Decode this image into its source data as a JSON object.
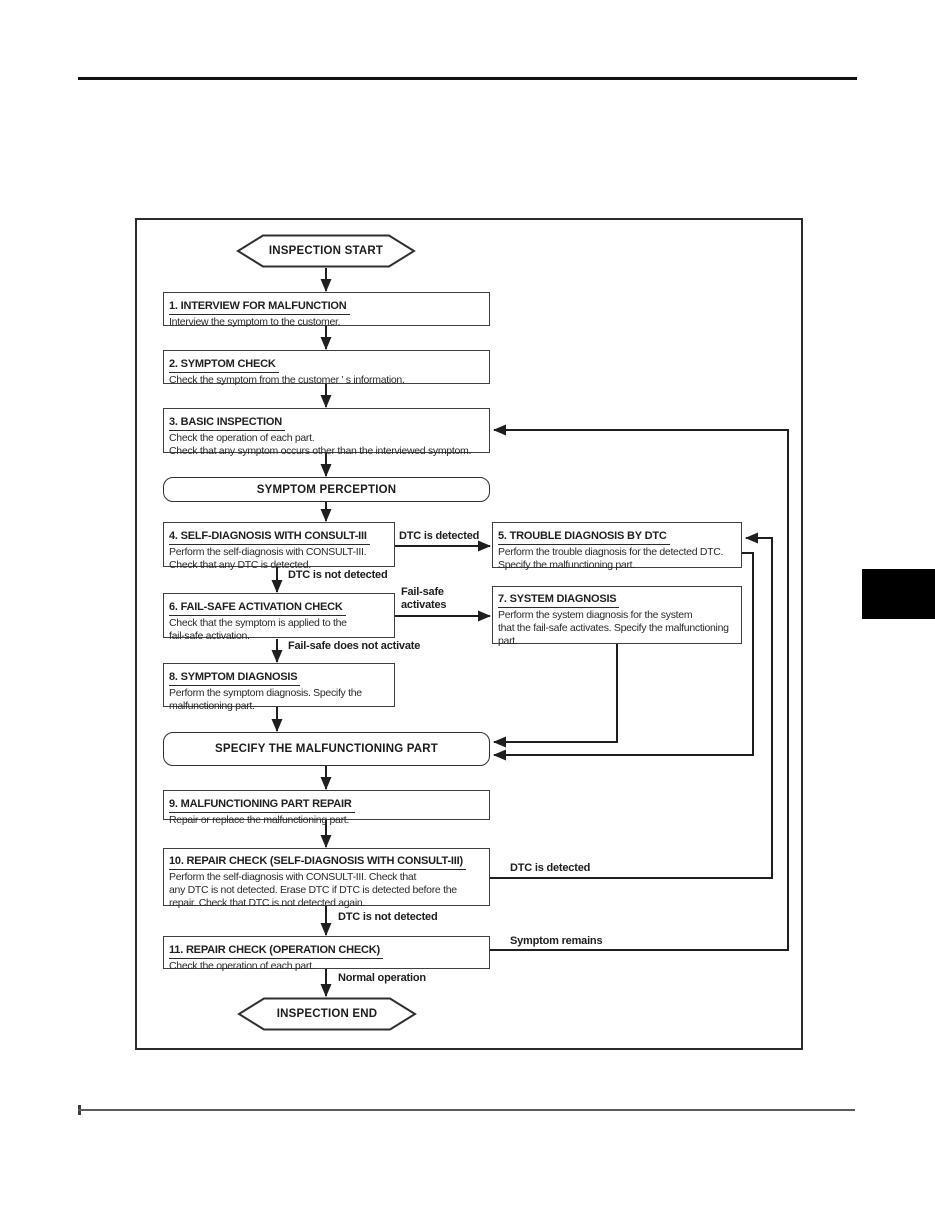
{
  "flow": {
    "start": "INSPECTION START",
    "end": "INSPECTION END",
    "perception": "SYMPTOM PERCEPTION",
    "specify": "SPECIFY THE MALFUNCTIONING PART",
    "steps": {
      "s1": {
        "title": "1. INTERVIEW FOR MALFUNCTION",
        "body": "Interview the symptom to the customer."
      },
      "s2": {
        "title": "2. SYMPTOM CHECK",
        "body": "Check the symptom from the customer ' s information."
      },
      "s3": {
        "title": "3. BASIC INSPECTION",
        "body": "Check the operation of each part.\nCheck that any symptom occurs other than the interviewed symptom."
      },
      "s4": {
        "title": "4. SELF-DIAGNOSIS WITH CONSULT-III",
        "body": "Perform the self-diagnosis with CONSULT-III.\nCheck that any DTC is detected."
      },
      "s5": {
        "title": "5. TROUBLE DIAGNOSIS BY DTC",
        "body": "Perform the trouble diagnosis for the detected DTC.\nSpecify the malfunctioning part."
      },
      "s6": {
        "title": "6. FAIL-SAFE ACTIVATION CHECK",
        "body": "Check that the symptom is applied to the\nfail-safe activation."
      },
      "s7": {
        "title": "7. SYSTEM DIAGNOSIS",
        "body": "Perform the system diagnosis for the system\nthat the fail-safe activates. Specify the malfunctioning\npart."
      },
      "s8": {
        "title": "8. SYMPTOM DIAGNOSIS",
        "body": "Perform the symptom diagnosis. Specify the\nmalfunctioning part."
      },
      "s9": {
        "title": "9. MALFUNCTIONING PART REPAIR",
        "body": "Repair or replace the malfunctioning part."
      },
      "s10": {
        "title": "10. REPAIR CHECK (SELF-DIAGNOSIS WITH CONSULT-III)",
        "body": "Perform the self-diagnosis with CONSULT-III. Check that\nany DTC is not detected. Erase DTC if DTC is detected before the\nrepair. Check that DTC is not detected again."
      },
      "s11": {
        "title": "11. REPAIR CHECK (OPERATION CHECK)",
        "body": "Check the operation of each part."
      }
    },
    "labels": {
      "dtc_detected_1": "DTC is detected",
      "dtc_not_detected_1": "DTC is not detected",
      "fail_safe_activates": "Fail-safe\nactivates",
      "fail_safe_does_not_activate": "Fail-safe does not activate",
      "dtc_detected_2": "DTC is detected",
      "dtc_not_detected_2": "DTC is not detected",
      "symptom_remains": "Symptom remains",
      "normal_operation": "Normal operation"
    }
  },
  "colors": {
    "line": "#1f1f1f",
    "tab": "#000000",
    "box_border": "#3f3f3f"
  }
}
